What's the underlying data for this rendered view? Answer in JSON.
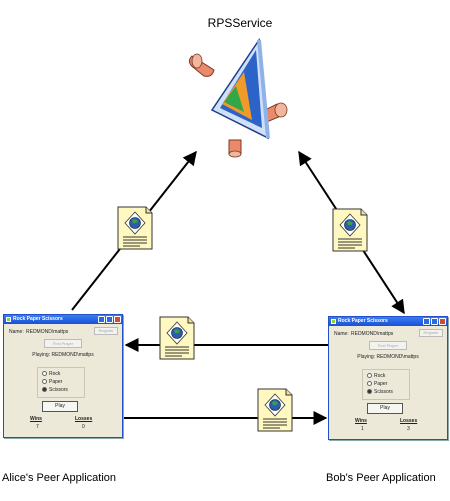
{
  "service": {
    "title": "RPSService"
  },
  "captions": {
    "left": "Alice's Peer Application",
    "right": "Bob's Peer Application"
  },
  "app": {
    "window_title": "Rock Paper Scissors",
    "name_label": "Name:",
    "name_value": "REDMOND\\mattps",
    "register_label": "Register",
    "find_player_label": "Find Player",
    "playing_text": "Playing: REDMOND\\mattps",
    "choices": [
      "Rock",
      "Paper",
      "Scissors"
    ],
    "selected_choice": "Scissors",
    "play_label": "Play",
    "wins_label": "Wins",
    "losses_label": "Losses",
    "left_stats": {
      "wins": "7",
      "losses": "0"
    },
    "right_stats": {
      "wins": "1",
      "losses": "3"
    }
  },
  "colors": {
    "arrow": "#000000",
    "document_fill": "#fff8c0",
    "service_blue": "#2c63c8",
    "connector": "#e98a6a"
  }
}
